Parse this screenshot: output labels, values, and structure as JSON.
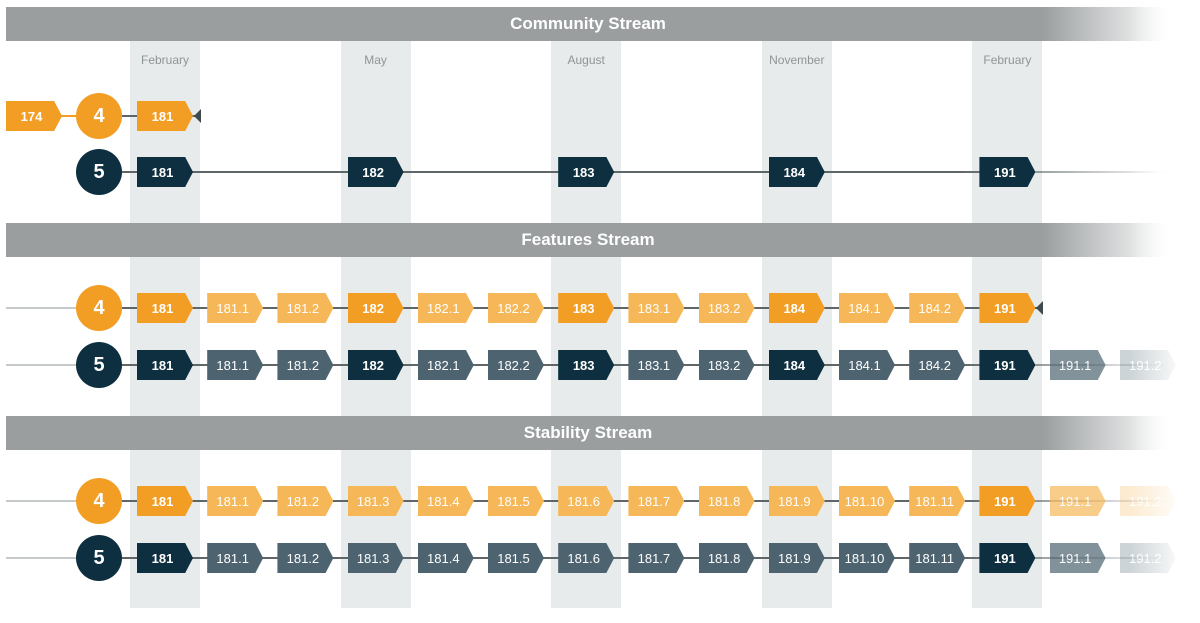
{
  "streams": [
    {
      "title": "Community Stream",
      "rows": [
        {
          "version": "4",
          "color": "orange",
          "leading": "174",
          "releases": [
            "181"
          ],
          "minor_releases": [],
          "ends": true
        },
        {
          "version": "5",
          "color": "dark",
          "releases": [
            "181",
            "182",
            "183",
            "184",
            "191"
          ]
        }
      ]
    },
    {
      "title": "Features Stream",
      "rows": [
        {
          "version": "4",
          "color": "orange",
          "releases": [
            "181",
            "181.1",
            "181.2",
            "182",
            "182.1",
            "182.2",
            "183",
            "183.1",
            "183.2",
            "184",
            "184.1",
            "184.2",
            "191"
          ],
          "ends": true
        },
        {
          "version": "5",
          "color": "dark",
          "releases": [
            "181",
            "181.1",
            "181.2",
            "182",
            "182.1",
            "182.2",
            "183",
            "183.1",
            "183.2",
            "184",
            "184.1",
            "184.2",
            "191",
            "191.1",
            "191.2"
          ]
        }
      ]
    },
    {
      "title": "Stability Stream",
      "rows": [
        {
          "version": "4",
          "color": "orange",
          "releases": [
            "181",
            "181.1",
            "181.2",
            "181.3",
            "181.4",
            "181.5",
            "181.6",
            "181.7",
            "181.8",
            "181.9",
            "181.10",
            "181.11",
            "191",
            "191.1",
            "191.2"
          ]
        },
        {
          "version": "5",
          "color": "dark",
          "releases": [
            "181",
            "181.1",
            "181.2",
            "181.3",
            "181.4",
            "181.5",
            "181.6",
            "181.7",
            "181.8",
            "181.9",
            "181.10",
            "181.11",
            "191",
            "191.1",
            "191.2"
          ]
        }
      ]
    }
  ],
  "months": [
    "February",
    "May",
    "August",
    "November",
    "February"
  ],
  "colors": {
    "band": "#9a9e9f",
    "orange_major": "#f29d23",
    "orange_minor": "#f5b757",
    "dark_major": "#0d2f3f",
    "dark_minor": "#4d6470",
    "month_column": "#e8ebec"
  }
}
